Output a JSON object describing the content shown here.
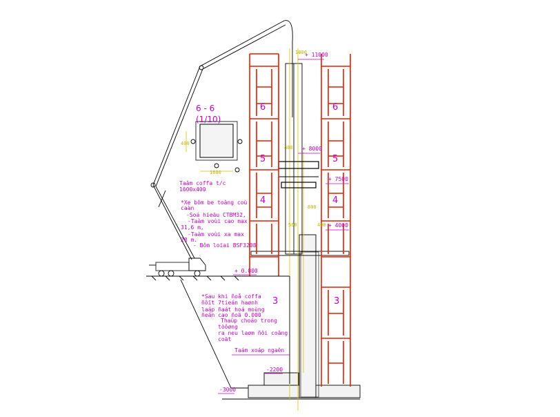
{
  "section": {
    "title": "6 - 6",
    "scale": "(1/10)"
  },
  "column_note": {
    "line1": "Taâm coffa t/c",
    "line2": "1600x400"
  },
  "pump_notes": {
    "line1": "*Xe bôm be toâng coù",
    "line2": "caàn",
    "line3": "-Soá hieäu CTBM32,",
    "line4": "-Taàm voùi cao max",
    "line5": "31,6 m,",
    "line6": "-Taàm voùi xa max",
    "line7": "28 m.",
    "line8": "- Bôm loïai BSF3208"
  },
  "bottom_notes": {
    "line1": "*Sau khi ñoå coffa",
    "line2": "ñôït 7tieán   haønh",
    "line3": "laáp ñaát hoá moùng",
    "line4": "ñeán   cao ñoä 0.000",
    "line5": "Thaùp choáo trong",
    "line6": "töôøng",
    "line7": "ra neu laøm ñôi coâng",
    "line8": "coät",
    "line9": "Taám xoáp ngaên"
  },
  "levels": {
    "top": "+ 11000",
    "l8000": "+ 8000",
    "l7500": "+ 7500",
    "l4000": "+ 4000",
    "ground": "+ 0.000",
    "pit": "-2200",
    "base": "-3000"
  },
  "dims": {
    "d800": "800",
    "d500": "500",
    "d400": "400",
    "dside": "400",
    "dcol": "1000",
    "dsec_w": "1600",
    "dsec_h": "400"
  },
  "frame_numbers": {
    "left": [
      "6",
      "5",
      "4",
      "3"
    ],
    "right": [
      "6",
      "5",
      "4",
      "3"
    ]
  },
  "colors": {
    "scaffold": "#e02000",
    "annotation": "#c000c0",
    "dimension": "#d8c000",
    "linework": "#000000"
  }
}
